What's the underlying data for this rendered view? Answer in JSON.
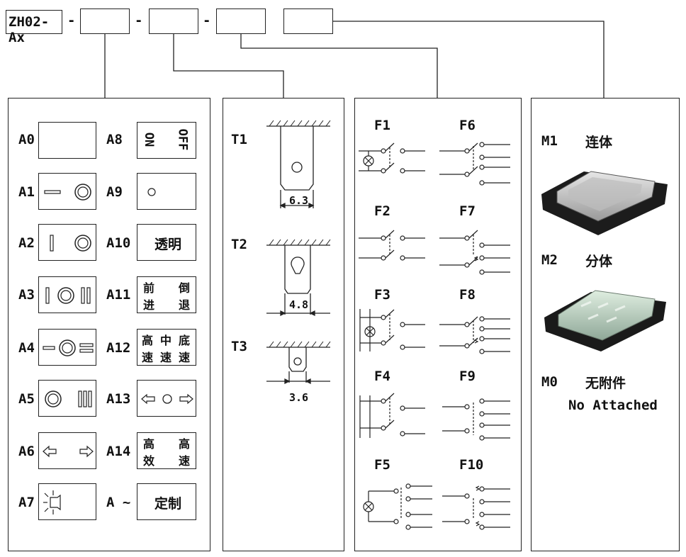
{
  "header": {
    "model": "ZH02-Ax",
    "sep1": "-",
    "sep2": "-",
    "sep3": "-"
  },
  "symbols": {
    "left": [
      {
        "code": "A0"
      },
      {
        "code": "A1"
      },
      {
        "code": "A2"
      },
      {
        "code": "A3"
      },
      {
        "code": "A4"
      },
      {
        "code": "A5"
      },
      {
        "code": "A6"
      },
      {
        "code": "A7"
      }
    ],
    "right": [
      {
        "code": "A8",
        "on": "ON",
        "off": "OFF"
      },
      {
        "code": "A9"
      },
      {
        "code": "A10",
        "text": "透明"
      },
      {
        "code": "A11",
        "t1": "前",
        "t2": "倒",
        "t3": "进",
        "t4": "退"
      },
      {
        "code": "A12",
        "t1": "高",
        "t2": "中",
        "t3": "底",
        "t4": "速",
        "t5": "速",
        "t6": "速"
      },
      {
        "code": "A13"
      },
      {
        "code": "A14",
        "t1": "高",
        "t2": "高",
        "t3": "效",
        "t4": "速"
      },
      {
        "code": "A ~",
        "text": "定制"
      }
    ]
  },
  "terminals": [
    {
      "code": "T1",
      "dim": "6.3"
    },
    {
      "code": "T2",
      "dim": "4.8"
    },
    {
      "code": "T3",
      "dim": "3.6"
    }
  ],
  "functions": [
    "F1",
    "F2",
    "F3",
    "F4",
    "F5",
    "F6",
    "F7",
    "F8",
    "F9",
    "F10"
  ],
  "covers": [
    {
      "code": "M1",
      "name": "连体"
    },
    {
      "code": "M2",
      "name": "分体"
    },
    {
      "code": "M0",
      "name": "无附件",
      "note": "No Attached"
    }
  ]
}
